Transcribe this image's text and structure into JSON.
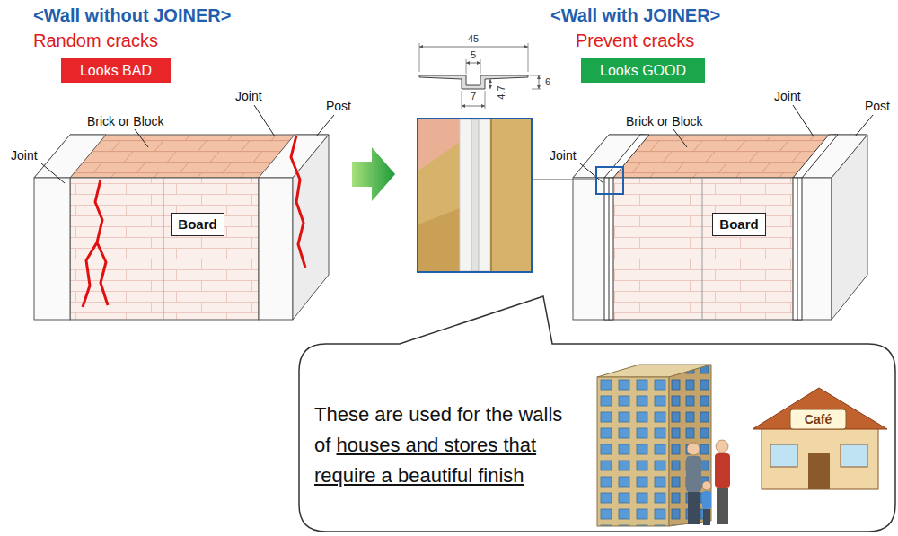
{
  "diagram": {
    "nodes": [
      {
        "text": [
          "Looks BAD"
        ]
      },
      {
        "text": [
          "Board"
        ]
      },
      {
        "text": [
          "Looks GOOD"
        ]
      },
      {
        "text": [
          "Board"
        ]
      },
      {
        "text": [
          "These are used for the walls of",
          "houses and stores that require a beautiful finish"
        ]
      }
    ],
    "labels": [
      "<Wall without JOINER>",
      "Random cracks",
      "Joint",
      "Post",
      "Brick or Block",
      "Joint",
      "45",
      "5",
      "6",
      "4.7",
      "7",
      "<Wall with JOINER>",
      "Prevent cracks",
      "Joint",
      "Post",
      "Brick or Block",
      "Joint",
      "Café"
    ]
  }
}
